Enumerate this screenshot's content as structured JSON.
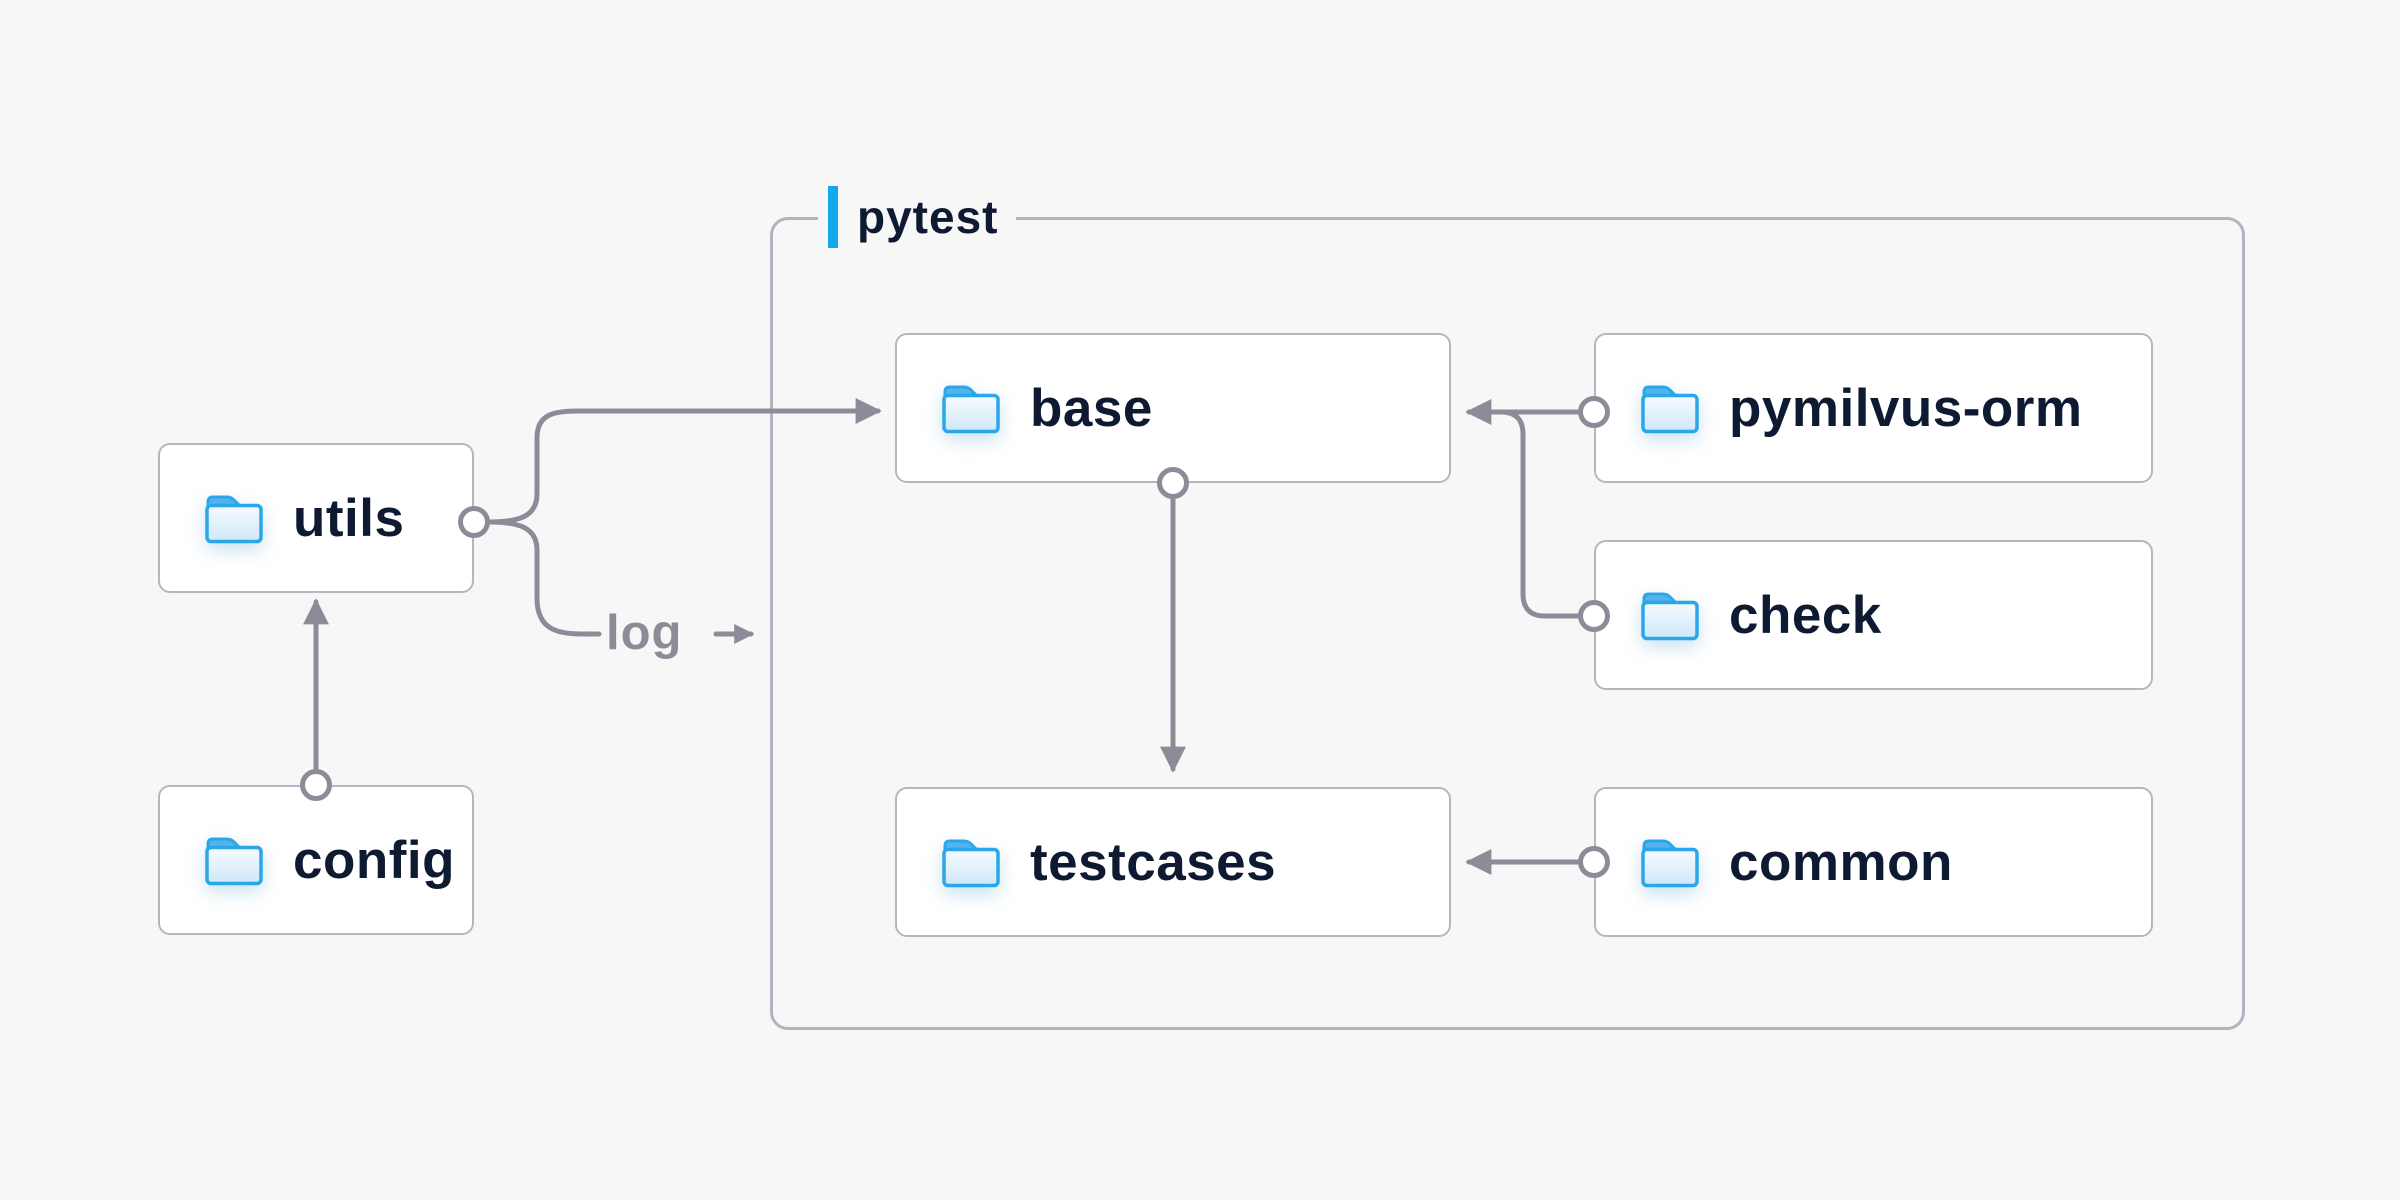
{
  "group": {
    "label": "pytest"
  },
  "nodes": {
    "utils": {
      "label": "utils",
      "icon": "folder-icon"
    },
    "config": {
      "label": "config",
      "icon": "folder-icon"
    },
    "base": {
      "label": "base",
      "icon": "folder-icon"
    },
    "pymilvus_orm": {
      "label": "pymilvus-orm",
      "icon": "folder-icon"
    },
    "check": {
      "label": "check",
      "icon": "folder-icon"
    },
    "testcases": {
      "label": "testcases",
      "icon": "folder-icon"
    },
    "common": {
      "label": "common",
      "icon": "folder-icon"
    }
  },
  "edge_labels": {
    "log": "log"
  },
  "edges": [
    {
      "from": "config",
      "to": "utils",
      "marker": "arrow",
      "source_marker": "circle"
    },
    {
      "from": "utils",
      "to": "base",
      "marker": "arrow",
      "source_marker": "circle"
    },
    {
      "from": "utils",
      "to": "log-label-into-pytest-group",
      "marker": "arrow",
      "source_marker": "circle"
    },
    {
      "from": "pymilvus-orm",
      "to": "base",
      "marker": "arrow",
      "source_marker": "circle"
    },
    {
      "from": "check",
      "to": "base",
      "marker": "merges-into-pymilvus-orm-arrow",
      "source_marker": "circle"
    },
    {
      "from": "base",
      "to": "testcases",
      "marker": "arrow",
      "source_marker": "circle"
    },
    {
      "from": "common",
      "to": "testcases",
      "marker": "arrow",
      "source_marker": "circle"
    }
  ],
  "colors": {
    "background": "#f7f7f8",
    "node_fill": "#ffffff",
    "node_border": "#b6b6c2",
    "group_border": "#b4b4c0",
    "edge": "#8c8c99",
    "node_text": "#0e1a32",
    "edge_label_text": "#8c8c99",
    "accent_bar": "#12a9ec",
    "folder_stroke": "#2aa7e9",
    "folder_tab": "#55b3ea",
    "folder_body_light": "#f6fbfe",
    "folder_body_dark": "#cfe7f7"
  }
}
